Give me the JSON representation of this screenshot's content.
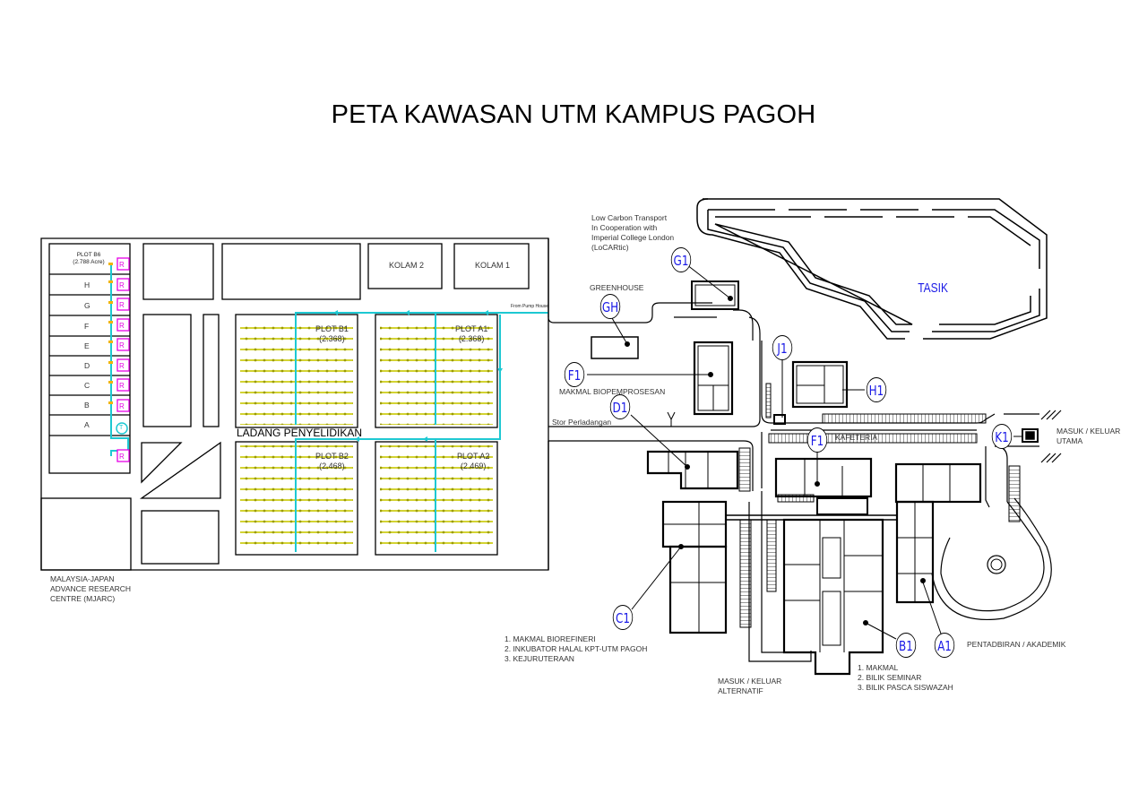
{
  "title": "PETA KAWASAN UTM KAMPUS PAGOH",
  "colors": {
    "line": "#000000",
    "irrigation": "#1ec8d2",
    "crop_rows": "#c8c800",
    "valve_box": "#e600e6",
    "bubble_text": "#1a1ae6",
    "label_text": "#333333"
  },
  "research_farm": {
    "label": "LADANG PENYELIDIKAN",
    "pump_label": "From Pump House",
    "ponds": [
      "KOLAM 2",
      "KOLAM 1"
    ],
    "plot_b6": {
      "name": "PLOT B6",
      "area": "(2.788 Acre)"
    },
    "strips": [
      "H",
      "G",
      "F",
      "E",
      "D",
      "C",
      "B",
      "A"
    ],
    "valve_label": "R",
    "tank_label": "T",
    "plots": [
      {
        "name": "PLOT B1",
        "area": "(2.368)"
      },
      {
        "name": "PLOT A1",
        "area": "(2.368)"
      },
      {
        "name": "PLOT B2",
        "area": "(2.468)"
      },
      {
        "name": "PLOT A2",
        "area": "(2.469)"
      }
    ],
    "mjarc": [
      "MALAYSIA-JAPAN",
      "ADVANCE RESEARCH",
      "CENTRE (MJARC)"
    ]
  },
  "labels": {
    "locartic": [
      "Low Carbon Transport",
      "In Cooperation with",
      "Imperial College London",
      "(LoCARtic)"
    ],
    "greenhouse": "GREENHOUSE",
    "makmal_bio": "MAKMAL BIOPEMPROSESAN",
    "stor": "Stor Perladangan",
    "kafeteria": "KAFETERIA",
    "tasik": "TASIK",
    "main_entrance": [
      "MASUK / KELUAR",
      "UTAMA"
    ],
    "alt_entrance": [
      "MASUK / KELUAR",
      "ALTERNATIF"
    ],
    "pentadbiran": "PENTADBIRAN / AKADEMIK"
  },
  "buildings": [
    {
      "code": "G1"
    },
    {
      "code": "GH"
    },
    {
      "code": "F1"
    },
    {
      "code": "D1"
    },
    {
      "code": "J1"
    },
    {
      "code": "H1"
    },
    {
      "code": "F1"
    },
    {
      "code": "K1"
    },
    {
      "code": "C1"
    },
    {
      "code": "B1"
    },
    {
      "code": "A1"
    }
  ],
  "c1_list": [
    "1. MAKMAL BIOREFINERI",
    "2. INKUBATOR HALAL KPT-UTM PAGOH",
    "3. KEJURUTERAAN"
  ],
  "b1_list": [
    "1. MAKMAL",
    "2. BILIK SEMINAR",
    "3. BILIK PASCA SISWAZAH"
  ]
}
